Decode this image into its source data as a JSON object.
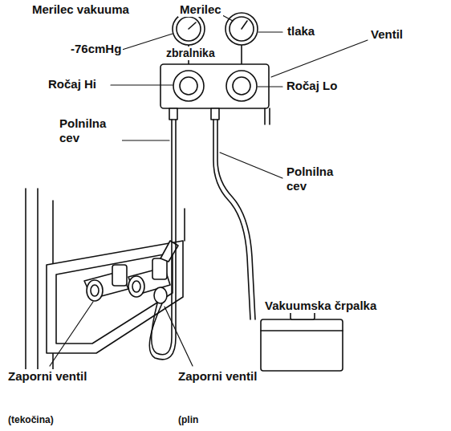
{
  "diagram": {
    "labels": [
      "Merilec vakuuma",
      "Merilec",
      "tlaka",
      "zbralnika",
      "Ventil",
      "-76cmHg",
      "Ročaj Hi",
      "Ročaj Lo",
      "Polnilna cev",
      "Polnilna cev",
      "Vakuumska črpalka",
      "Zaporni ventil",
      "(tekočina)",
      "Zaporni ventil",
      "(plin"
    ]
  }
}
